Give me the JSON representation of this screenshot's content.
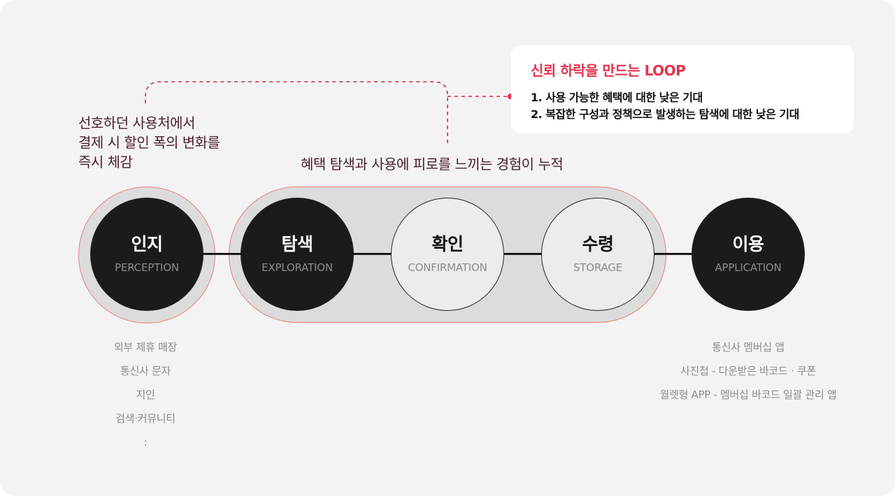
{
  "loop_box": {
    "title": "신뢰 하락을 만드는 LOOP",
    "items": [
      "1. 사용 가능한 혜택에 대한 낮은 기대",
      "2. 복잡한 구성과 정책으로 발생하는 탐색에 대한 낮은 기대"
    ]
  },
  "annotations": {
    "perception_note": [
      "선호하던 사용처에서",
      "결제 시 할인 폭의 변화를",
      "즉시 체감"
    ],
    "loop_note": "혜택 탐색과 사용에 피로를 느끼는 경험이 누적"
  },
  "stages": [
    {
      "ko": "인지",
      "en": "PERCEPTION",
      "style": "dark"
    },
    {
      "ko": "탐색",
      "en": "EXPLORATION",
      "style": "dark"
    },
    {
      "ko": "확인",
      "en": "CONFIRMATION",
      "style": "light"
    },
    {
      "ko": "수령",
      "en": "STORAGE",
      "style": "light"
    },
    {
      "ko": "이용",
      "en": "APPLICATION",
      "style": "dark"
    }
  ],
  "perception_sources": [
    "외부 제휴 매장",
    "통신사 문자",
    "지인",
    "검색·커뮤니티",
    ":"
  ],
  "application_channels": [
    "통신사 멤버십 앱",
    "사진첩 - 다운받은 바코드 · 쿠폰",
    "월렛형 APP - 멤버십 바코드 일괄 관리 앱"
  ],
  "colors": {
    "accent": "#e5334f",
    "ring_border": "#ef7a7a",
    "dark_stage": "#1b1b1b",
    "light_stage": "#ececec",
    "background": "#f3f3f3"
  }
}
